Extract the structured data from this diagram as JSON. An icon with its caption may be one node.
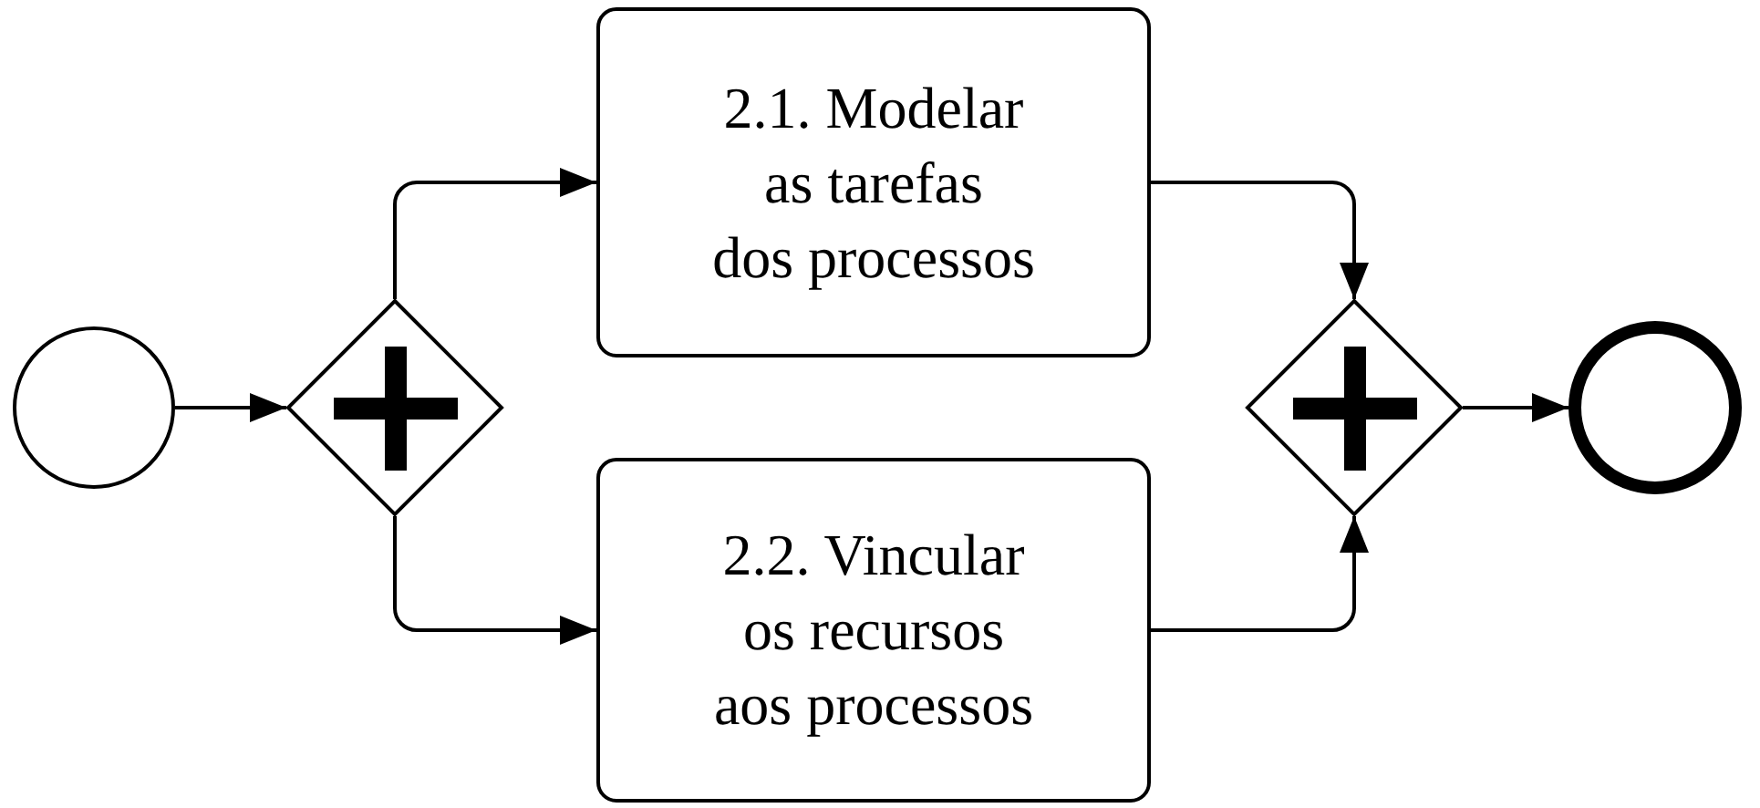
{
  "diagram": {
    "nodes": [
      {
        "text": [],
        "shape": "circle"
      },
      {
        "text": [],
        "shape": "diamond"
      },
      {
        "text": [
          "2.1. Modelar as tarefas dos processos"
        ]
      },
      {
        "text": [
          "2.2. Vincular os recursos aos processos"
        ]
      },
      {
        "text": [],
        "shape": "diamond"
      },
      {
        "text": [],
        "shape": "circle"
      }
    ],
    "edges": [
      {
        "from": 0,
        "to": 1,
        "arrow": "to"
      },
      {
        "from": 1,
        "to": 2,
        "arrow": "to"
      },
      {
        "from": 1,
        "to": 3,
        "arrow": "to"
      },
      {
        "from": 2,
        "to": 4,
        "arrow": "to"
      },
      {
        "from": 3,
        "to": 4,
        "arrow": "to"
      },
      {
        "from": 4,
        "to": 5,
        "arrow": "to"
      }
    ]
  }
}
